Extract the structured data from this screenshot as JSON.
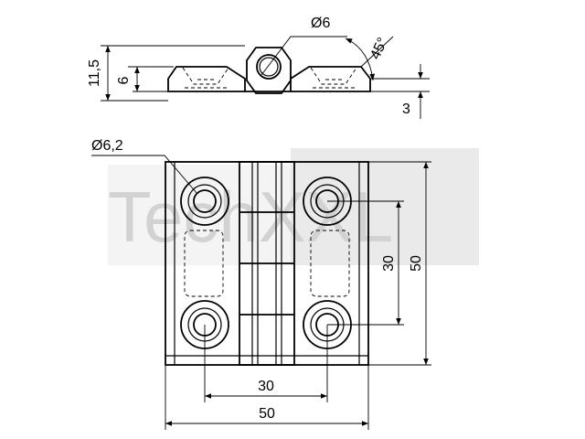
{
  "watermark": {
    "text": "TechXXL"
  },
  "side_view": {
    "dim_overall_height": "11,5",
    "dim_leaf_height": "6",
    "dim_pin_diameter": "Ø6",
    "dim_countersink_angle": "45°",
    "dim_thickness": "3"
  },
  "front_view": {
    "dim_hole_diameter": "Ø6,2",
    "dim_hole_vertical_spacing": "30",
    "dim_total_height": "50",
    "dim_hole_horizontal_spacing": "30",
    "dim_total_width": "50"
  }
}
